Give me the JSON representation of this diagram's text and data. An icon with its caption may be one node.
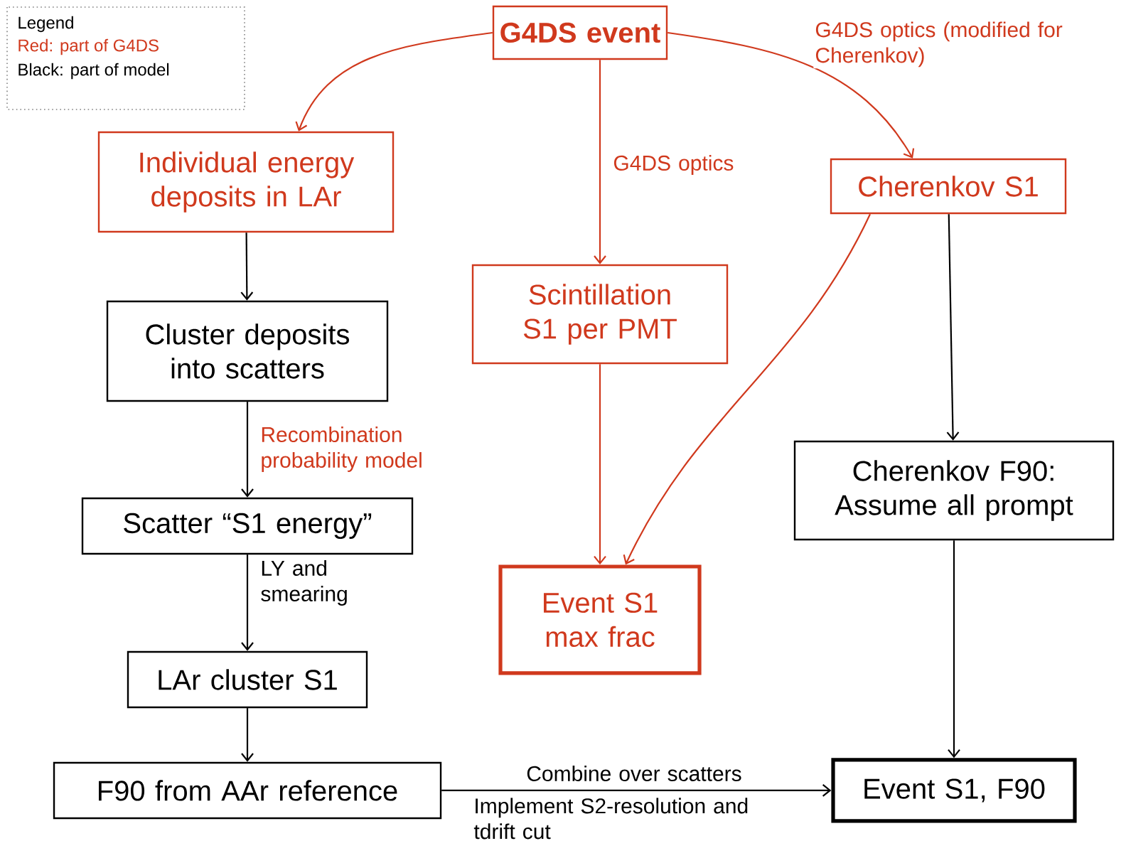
{
  "diagram": {
    "nodes": [
      {
        "text": [
          "G4DS event"
        ]
      },
      {
        "text": [
          "Individual energy deposits in LAr"
        ]
      },
      {
        "text": [
          "Scintillation S1 per PMT"
        ]
      },
      {
        "text": [
          "Cherenkov S1"
        ]
      },
      {
        "text": [
          "Cluster deposits into scatters"
        ]
      },
      {
        "text": [
          "Scatter “S1 energy”"
        ]
      },
      {
        "text": [
          "LAr cluster S1"
        ]
      },
      {
        "text": [
          "F90 from AAr reference"
        ]
      },
      {
        "text": [
          "Event S1 max frac"
        ]
      },
      {
        "text": [
          "Cherenkov F90: Assume all prompt"
        ]
      },
      {
        "text": [
          "Event S1, F90"
        ]
      }
    ],
    "edges": [
      {
        "from": 0,
        "to": 1,
        "arrow": "to",
        "color": "#d0391d"
      },
      {
        "from": 0,
        "to": 2,
        "arrow": "to",
        "label": "G4DS optics",
        "color": "#d0391d"
      },
      {
        "from": 0,
        "to": 3,
        "arrow": "to",
        "label": "G4DS optics (modified for Cherenkov)",
        "color": "#d0391d"
      },
      {
        "from": 1,
        "to": 4,
        "arrow": "to"
      },
      {
        "from": 4,
        "to": 5,
        "arrow": "to",
        "label": "Recombination probability model"
      },
      {
        "from": 5,
        "to": 6,
        "arrow": "to",
        "label": "LY and smearing"
      },
      {
        "from": 6,
        "to": 7,
        "arrow": "to"
      },
      {
        "from": 7,
        "to": 10,
        "arrow": "to",
        "label": "Combine over scatters"
      },
      {
        "from": 2,
        "to": 8,
        "arrow": "to",
        "color": "#d0391d"
      },
      {
        "from": 3,
        "to": 8,
        "arrow": "to",
        "color": "#d0391d"
      },
      {
        "from": 3,
        "to": 9,
        "arrow": "to"
      },
      {
        "from": 9,
        "to": 10,
        "arrow": "to"
      }
    ],
    "labels": [
      "Legend",
      "Implement S2-resolution and tdrift cut"
    ],
    "legend": [
      {
        "text": "Red: part of G4DS",
        "color": "#d0391d"
      },
      {
        "text": "Black: part of model",
        "color": "#000000"
      }
    ]
  }
}
